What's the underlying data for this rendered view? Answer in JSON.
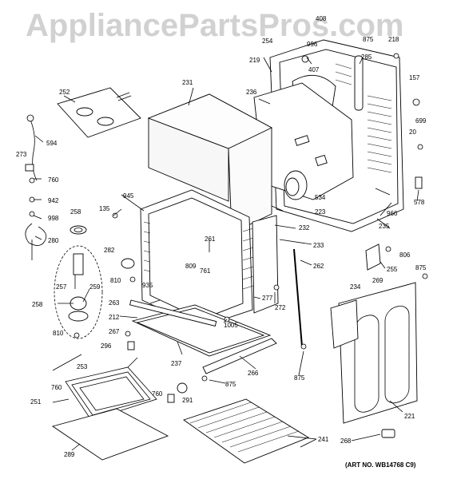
{
  "watermark": "AppliancePartsPros.com",
  "art_number": "(ART NO. WB14768 C9)",
  "labels": [
    {
      "id": "l408",
      "text": "408"
    },
    {
      "id": "l254",
      "text": "254"
    },
    {
      "id": "l996",
      "text": "996"
    },
    {
      "id": "l875a",
      "text": "875"
    },
    {
      "id": "l218",
      "text": "218"
    },
    {
      "id": "l219",
      "text": "219"
    },
    {
      "id": "l407",
      "text": "407"
    },
    {
      "id": "l285",
      "text": "285"
    },
    {
      "id": "l157",
      "text": "157"
    },
    {
      "id": "l231",
      "text": "231"
    },
    {
      "id": "l236",
      "text": "236"
    },
    {
      "id": "l252",
      "text": "252"
    },
    {
      "id": "l699",
      "text": "699"
    },
    {
      "id": "l594",
      "text": "594"
    },
    {
      "id": "l20",
      "text": "20"
    },
    {
      "id": "l273",
      "text": "273"
    },
    {
      "id": "l760a",
      "text": "760"
    },
    {
      "id": "l534",
      "text": "534"
    },
    {
      "id": "l945",
      "text": "945"
    },
    {
      "id": "l942",
      "text": "942"
    },
    {
      "id": "l578",
      "text": "578"
    },
    {
      "id": "l223",
      "text": "223"
    },
    {
      "id": "l966",
      "text": "966"
    },
    {
      "id": "l135",
      "text": "135"
    },
    {
      "id": "l998",
      "text": "998"
    },
    {
      "id": "l258a",
      "text": "258"
    },
    {
      "id": "l232",
      "text": "232"
    },
    {
      "id": "l235",
      "text": "235"
    },
    {
      "id": "l280",
      "text": "280"
    },
    {
      "id": "l233",
      "text": "233"
    },
    {
      "id": "l261",
      "text": "261"
    },
    {
      "id": "l806",
      "text": "806"
    },
    {
      "id": "l282",
      "text": "282"
    },
    {
      "id": "l255",
      "text": "255"
    },
    {
      "id": "l809",
      "text": "809"
    },
    {
      "id": "l761",
      "text": "761"
    },
    {
      "id": "l262",
      "text": "262"
    },
    {
      "id": "l875b",
      "text": "875"
    },
    {
      "id": "l810a",
      "text": "810"
    },
    {
      "id": "l269",
      "text": "269"
    },
    {
      "id": "l935",
      "text": "935"
    },
    {
      "id": "l257",
      "text": "257"
    },
    {
      "id": "l259",
      "text": "259"
    },
    {
      "id": "l234",
      "text": "234"
    },
    {
      "id": "l277",
      "text": "277"
    },
    {
      "id": "l263",
      "text": "263"
    },
    {
      "id": "l272",
      "text": "272"
    },
    {
      "id": "l258b",
      "text": "258"
    },
    {
      "id": "l212",
      "text": "212"
    },
    {
      "id": "l1005",
      "text": "1005"
    },
    {
      "id": "l810b",
      "text": "810"
    },
    {
      "id": "l267",
      "text": "267"
    },
    {
      "id": "l296",
      "text": "296"
    },
    {
      "id": "l237",
      "text": "237"
    },
    {
      "id": "l253",
      "text": "253"
    },
    {
      "id": "l266",
      "text": "266"
    },
    {
      "id": "l875c",
      "text": "875"
    },
    {
      "id": "l875d",
      "text": "875"
    },
    {
      "id": "l760b",
      "text": "760"
    },
    {
      "id": "l251",
      "text": "251"
    },
    {
      "id": "l760c",
      "text": "760"
    },
    {
      "id": "l291",
      "text": "291"
    },
    {
      "id": "l221",
      "text": "221"
    },
    {
      "id": "l241",
      "text": "241"
    },
    {
      "id": "l268",
      "text": "268"
    },
    {
      "id": "l289",
      "text": "289"
    }
  ]
}
